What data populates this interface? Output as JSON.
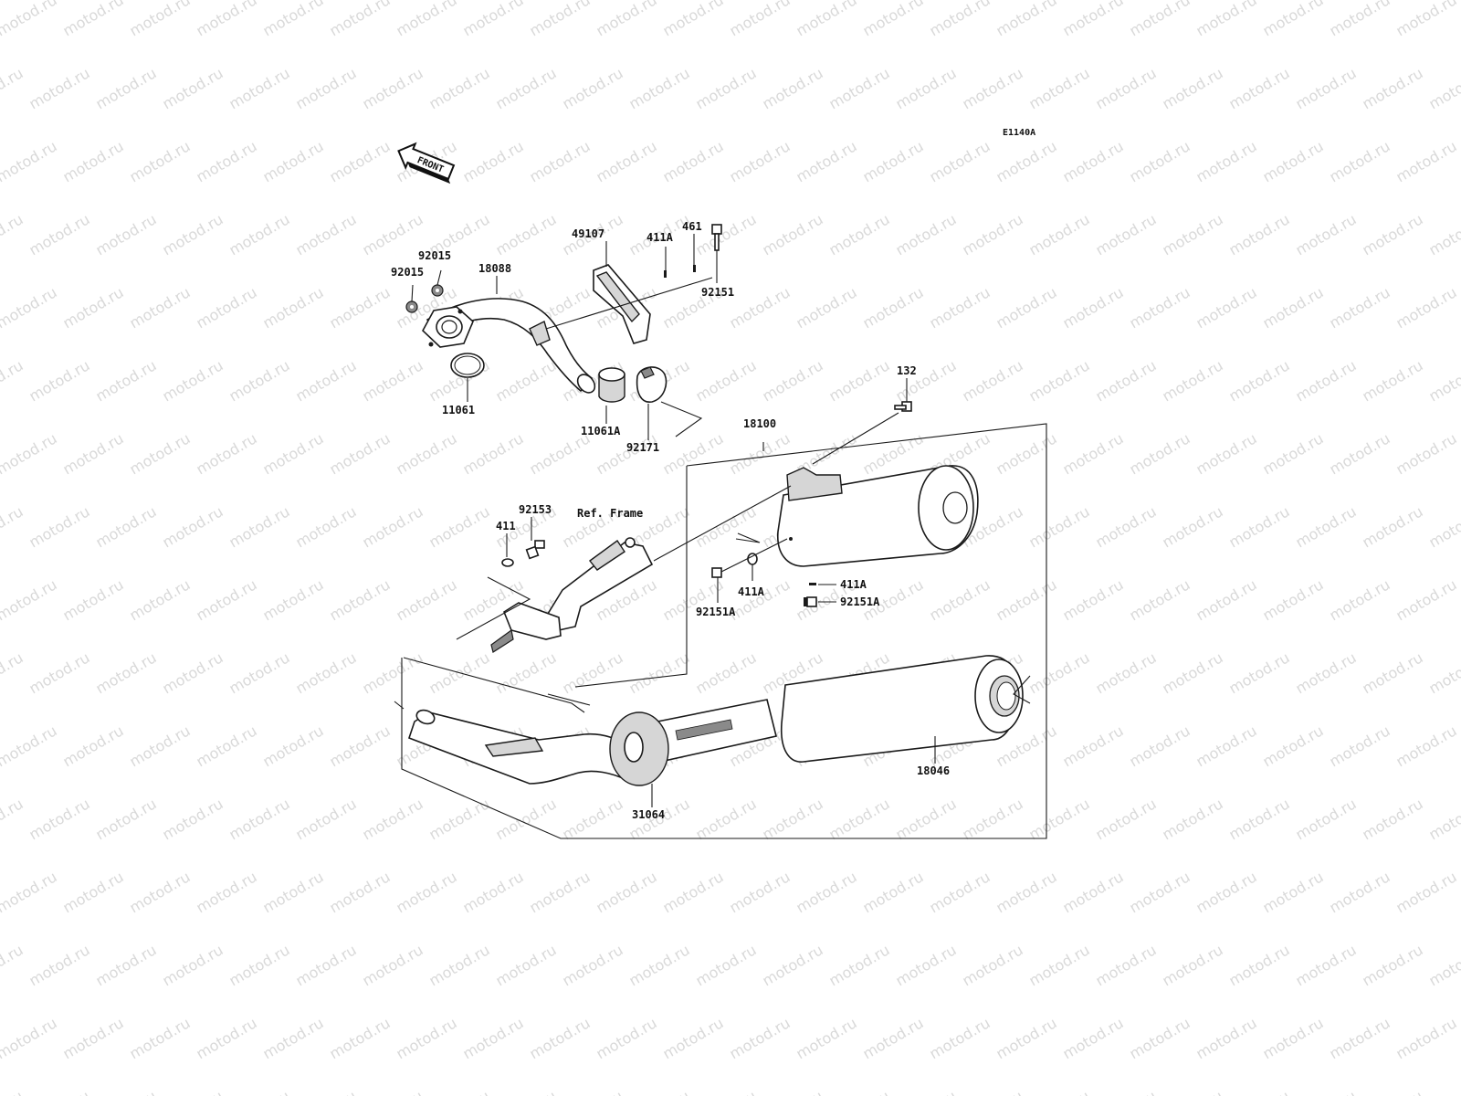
{
  "watermark": {
    "text": "motod.ru",
    "color": "#d9d9d9"
  },
  "diagram": {
    "code": "E1140A",
    "front_label": "FRONT",
    "ref_frame_label": "Ref. Frame",
    "callouts": {
      "p92015a": "92015",
      "p92015b": "92015",
      "p18088": "18088",
      "p49107": "49107",
      "p411Atop": "411A",
      "p461": "461",
      "p92151": "92151",
      "p11061": "11061",
      "p11061A": "11061A",
      "p92171": "92171",
      "p132": "132",
      "p18100": "18100",
      "p92153": "92153",
      "p411": "411",
      "p411Amid": "411A",
      "p92151Aleft": "92151A",
      "p411Aright": "411A",
      "p92151Aright": "92151A",
      "p18046": "18046",
      "p31064": "31064"
    }
  }
}
